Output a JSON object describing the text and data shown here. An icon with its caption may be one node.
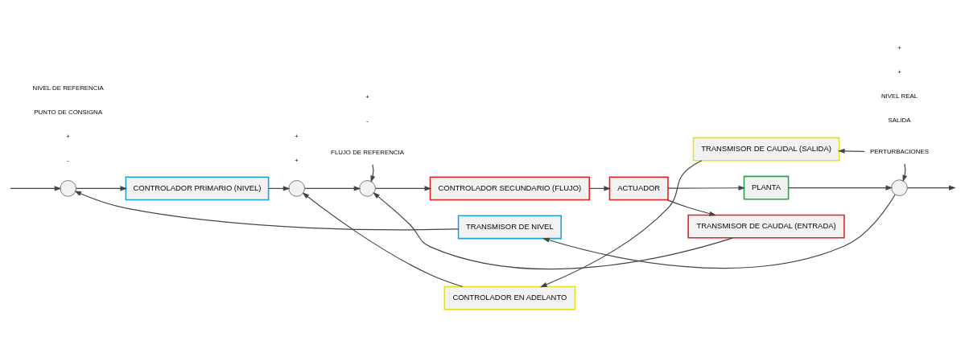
{
  "diagram": {
    "nodes": [
      {
        "text": [],
        "shape": "circle"
      },
      {
        "text": [
          "CONTROLADOR PRIMARIO (NIVEL)"
        ]
      },
      {
        "text": [],
        "shape": "circle"
      },
      {
        "text": [],
        "shape": "circle"
      },
      {
        "text": [
          "CONTROLADOR SECUNDARIO (FLUJO)"
        ]
      },
      {
        "text": [
          "ACTUADOR"
        ]
      },
      {
        "text": [
          "PLANTA"
        ]
      },
      {
        "text": [],
        "shape": "circle"
      },
      {
        "text": [
          "CONTROLADOR EN ADELANTO"
        ]
      },
      {
        "text": [
          "TRANSMISOR DE CAUDAL (SALIDA)"
        ]
      },
      {
        "text": [
          "TRANSMISOR DE CAUDAL (ENTRADA)"
        ]
      },
      {
        "text": [
          "TRANSMISOR DE NIVEL"
        ]
      },
      {
        "text": [
          "PERTURBACIONES"
        ]
      },
      {
        "text": [
          "FLUJO DE REFERENCIA"
        ]
      }
    ],
    "edges": [
      {
        "from": null,
        "to": 0,
        "arrow": "to"
      },
      {
        "from": 0,
        "to": 1,
        "arrow": "to"
      },
      {
        "from": 1,
        "to": 2,
        "arrow": "to"
      },
      {
        "from": 2,
        "to": 3,
        "arrow": "to"
      },
      {
        "from": 3,
        "to": 4,
        "arrow": "to"
      },
      {
        "from": 4,
        "to": 5,
        "arrow": "to"
      },
      {
        "from": 5,
        "to": 6,
        "arrow": "to"
      },
      {
        "from": 6,
        "to": 7,
        "arrow": "to"
      },
      {
        "from": 7,
        "to": null,
        "arrow": "to"
      },
      {
        "from": 12,
        "to": 7,
        "arrow": "to"
      },
      {
        "from": 12,
        "to": 9,
        "arrow": "to"
      },
      {
        "from": 9,
        "to": 8,
        "arrow": "to"
      },
      {
        "from": 8,
        "to": 2,
        "arrow": "to"
      },
      {
        "from": 13,
        "to": 3,
        "arrow": "to"
      },
      {
        "from": 5,
        "to": 10,
        "arrow": "to"
      },
      {
        "from": 10,
        "to": 3,
        "arrow": "to"
      },
      {
        "from": 7,
        "to": 11,
        "arrow": "to"
      },
      {
        "from": 11,
        "to": 0,
        "arrow": "to"
      }
    ],
    "labels": [
      "NIVEL DE REFERENCIA",
      "PUNTO DE CONSIGNA",
      "+",
      "-",
      "+",
      "+",
      "+",
      "-",
      "+",
      "+",
      "NIVEL REAL",
      "SALIDA"
    ]
  }
}
